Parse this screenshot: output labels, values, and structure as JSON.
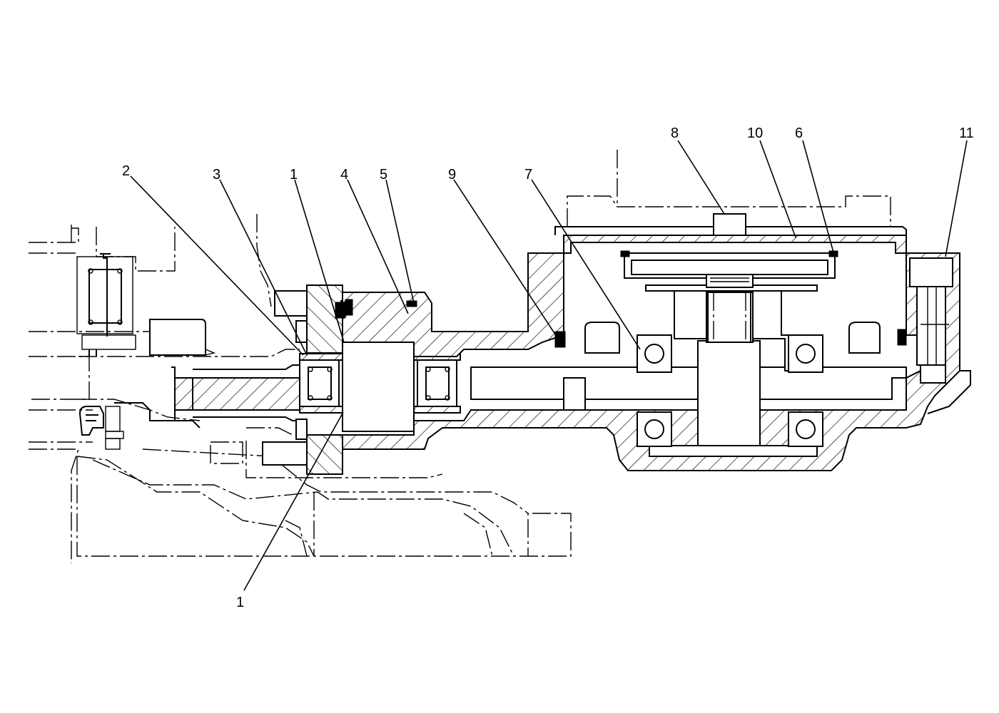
{
  "callouts": [
    {
      "id": "c-2",
      "text": "2"
    },
    {
      "id": "c-3",
      "text": "3"
    },
    {
      "id": "c-1-top",
      "text": "1"
    },
    {
      "id": "c-4",
      "text": "4"
    },
    {
      "id": "c-5",
      "text": "5"
    },
    {
      "id": "c-9",
      "text": "9"
    },
    {
      "id": "c-7",
      "text": "7"
    },
    {
      "id": "c-8",
      "text": "8"
    },
    {
      "id": "c-10",
      "text": "10"
    },
    {
      "id": "c-6",
      "text": "6"
    },
    {
      "id": "c-11",
      "text": "11"
    },
    {
      "id": "c-1-bottom",
      "text": "1"
    }
  ]
}
